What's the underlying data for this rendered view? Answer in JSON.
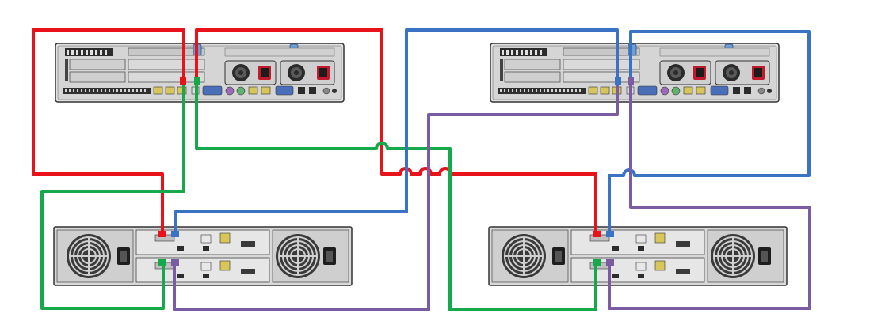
{
  "colors": {
    "red": "#e8121b",
    "green": "#16a94b",
    "blue": "#3a73c4",
    "purple": "#7a5ca3",
    "chassis": "#d9d9d9",
    "chassis_dark": "#3a3a3a",
    "port_yellow": "#d9c65a",
    "port_purple": "#9b6bb8",
    "port_green": "#5fb36a",
    "port_blue": "#4a6fb8",
    "handle_blue": "#6e9ed6",
    "power_red": "#c2192c"
  },
  "devices": [
    {
      "kind": "server",
      "name": "server-left"
    },
    {
      "kind": "server",
      "name": "server-right"
    },
    {
      "kind": "storage-enclosure",
      "name": "storage-left"
    },
    {
      "kind": "storage-enclosure",
      "name": "storage-right"
    }
  ],
  "cables": [
    {
      "name": "red-cable-left",
      "color": "red"
    },
    {
      "name": "red-cable-cross",
      "color": "red"
    },
    {
      "name": "green-cable-left",
      "color": "green"
    },
    {
      "name": "green-cable-cross",
      "color": "green"
    },
    {
      "name": "blue-cable-cross",
      "color": "blue"
    },
    {
      "name": "blue-cable-right",
      "color": "blue"
    },
    {
      "name": "purple-cable-cross",
      "color": "purple"
    },
    {
      "name": "purple-cable-right",
      "color": "purple"
    }
  ]
}
